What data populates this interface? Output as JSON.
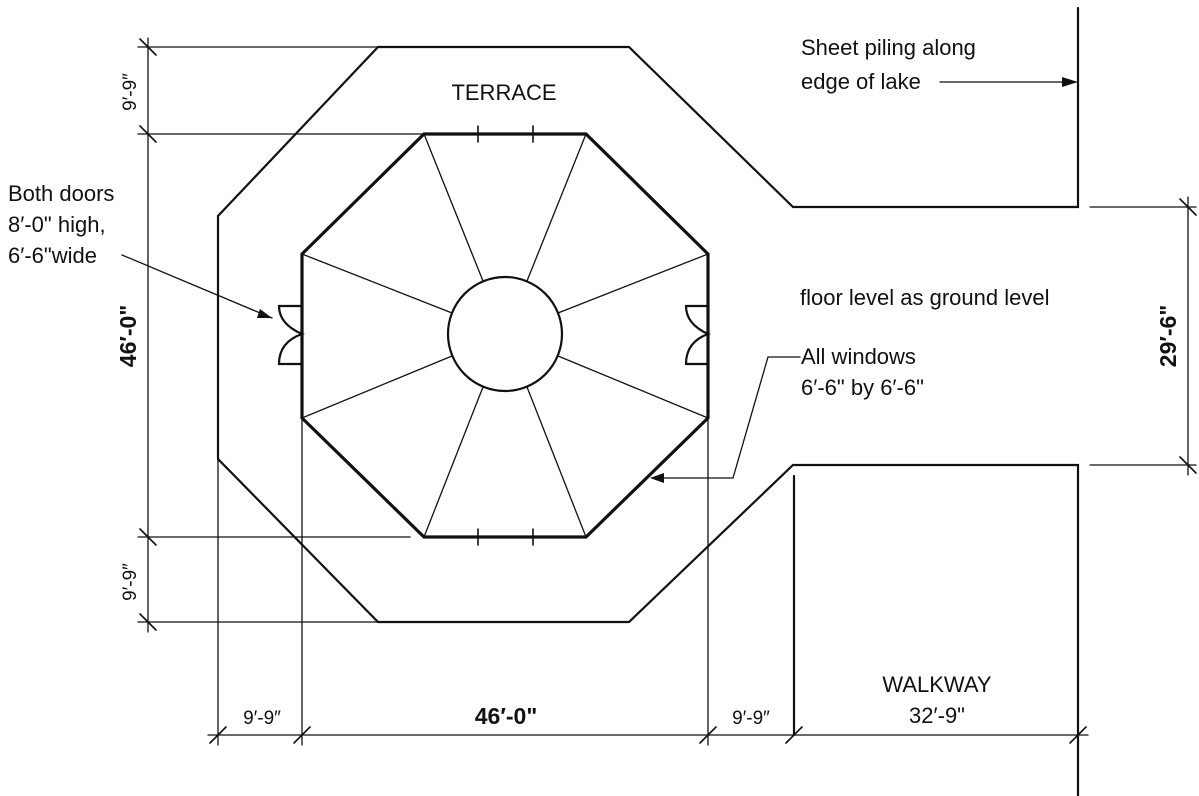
{
  "labels": {
    "terrace": "TERRACE",
    "doors_line1": "Both doors",
    "doors_line2": "8′-0\" high,",
    "doors_line3": "6′-6\"wide",
    "piling_line1": "Sheet piling along",
    "piling_line2": "edge of lake",
    "floor_level": "floor level as ground level",
    "windows_line1": "All windows",
    "windows_line2": "6′-6\" by 6′-6\"",
    "walkway_line1": "WALKWAY",
    "walkway_line2": "32′-9\""
  },
  "dimensions": {
    "top_setback": "9′-9″",
    "octagon_height": "46′-0\"",
    "bottom_setback": "9′-9″",
    "left_setback": "9′-9″",
    "octagon_width": "46′-0\"",
    "right_setback": "9′-9″",
    "walkway_width": "29′-6\""
  }
}
